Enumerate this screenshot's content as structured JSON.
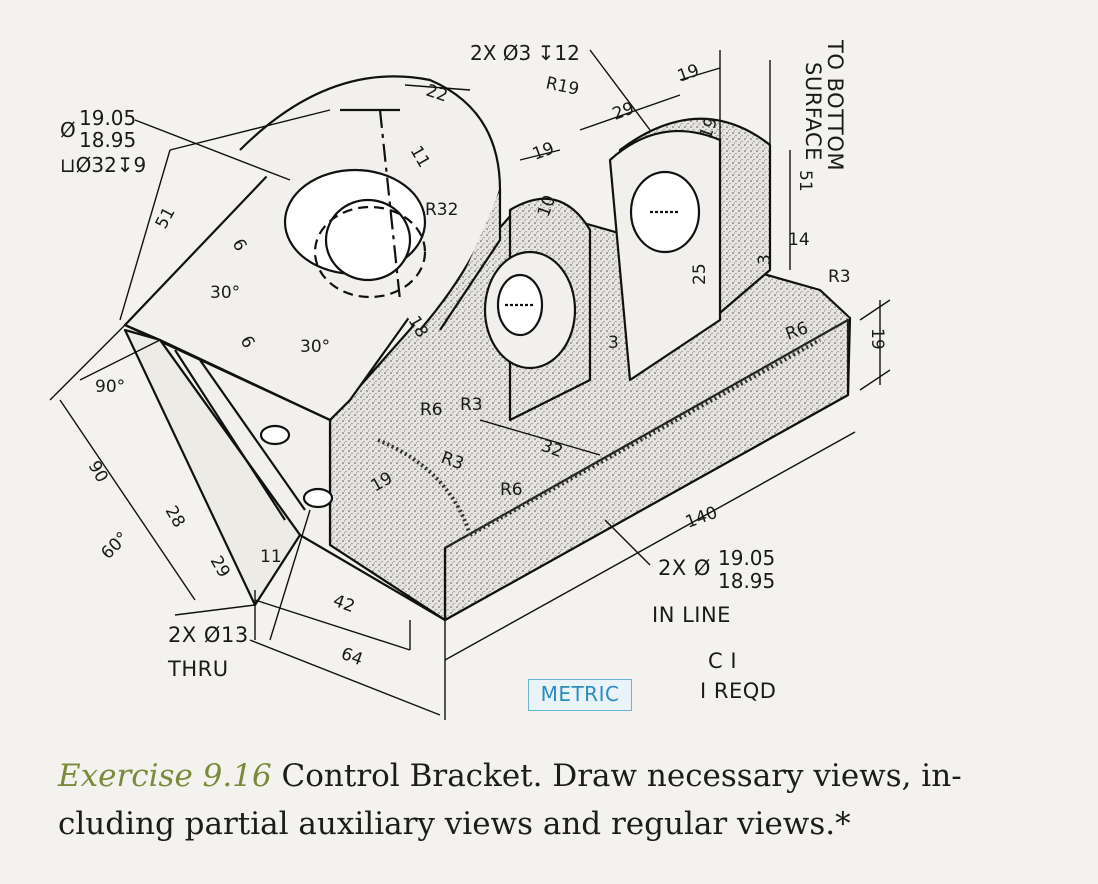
{
  "dimensions": {
    "bore_top": "19.05",
    "bore_bottom": "18.95",
    "cbore": "⊔Ø32↧9",
    "holes_small": "2X Ø3 ↧12",
    "r19": "R19",
    "d22": "22",
    "d11a": "11",
    "d51a": "51",
    "d6a": "6",
    "d30a": "30°",
    "d6b": "6",
    "d30b": "30°",
    "r32": "R32",
    "d18": "18",
    "d90deg": "90°",
    "d90": "90",
    "d60deg": "60°",
    "d28": "28",
    "d29a": "29",
    "d11b": "11",
    "d42": "42",
    "d64": "64",
    "d19a": "19",
    "d19b": "19",
    "d29b": "29",
    "d19c": "19",
    "d10": "10",
    "d19d": "19",
    "d25": "25",
    "d3a": "3",
    "d14": "14",
    "r3a": "R3",
    "r6a": "R6",
    "r6b": "R6",
    "r3b": "R3",
    "r3c": "R3",
    "r6c": "R6",
    "d32": "32",
    "d3b": "3",
    "d140": "140",
    "d19e": "19",
    "d51b": "51",
    "holes13": "2X Ø13",
    "thru": "THRU",
    "holes19_prefix": "2X Ø",
    "holes19_top": "19.05",
    "holes19_bottom": "18.95",
    "in_line": "IN LINE",
    "to_bottom": "TO BOTTOM",
    "surface": "SURFACE"
  },
  "notes": {
    "metric": "METRIC",
    "ci": "C I",
    "reqd": "I REQD"
  },
  "caption": {
    "label": "Exercise 9.16",
    "text": " Control Bracket. Draw necessary views, in-cluding partial auxiliary views and regular views.*"
  }
}
